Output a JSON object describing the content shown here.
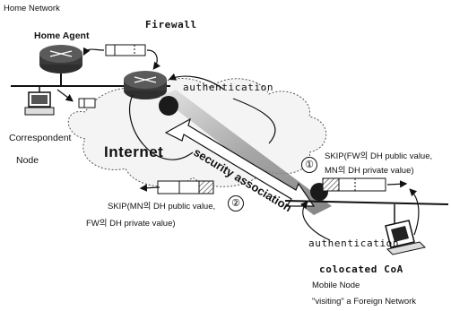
{
  "labels": {
    "home_network": "Home Network",
    "home_agent": "Home Agent",
    "firewall": "Firewall",
    "authentication_top": "authentication",
    "correspondent": "Correspondent",
    "node": "Node",
    "internet": "Internet",
    "security_association": "security association",
    "marker_1": "①",
    "marker_2": "②",
    "skip_fw_1": "SKIP(FW의 DH public value,",
    "skip_fw_2": "MN의 DH private value)",
    "skip_mn_1": "SKIP(MN의 DH public value,",
    "skip_mn_2": "FW의 DH private value)",
    "authentication_bottom": "authentication",
    "colocated_coa": "colocated CoA",
    "mobile_node": "Mobile Node",
    "visiting": "\"visiting\" a Foreign Network"
  },
  "colors": {
    "router": "#3a3a3a",
    "line": "#111111",
    "shaded_tunnel": "#9a9a9a",
    "cloud": "#f4f4f4"
  }
}
